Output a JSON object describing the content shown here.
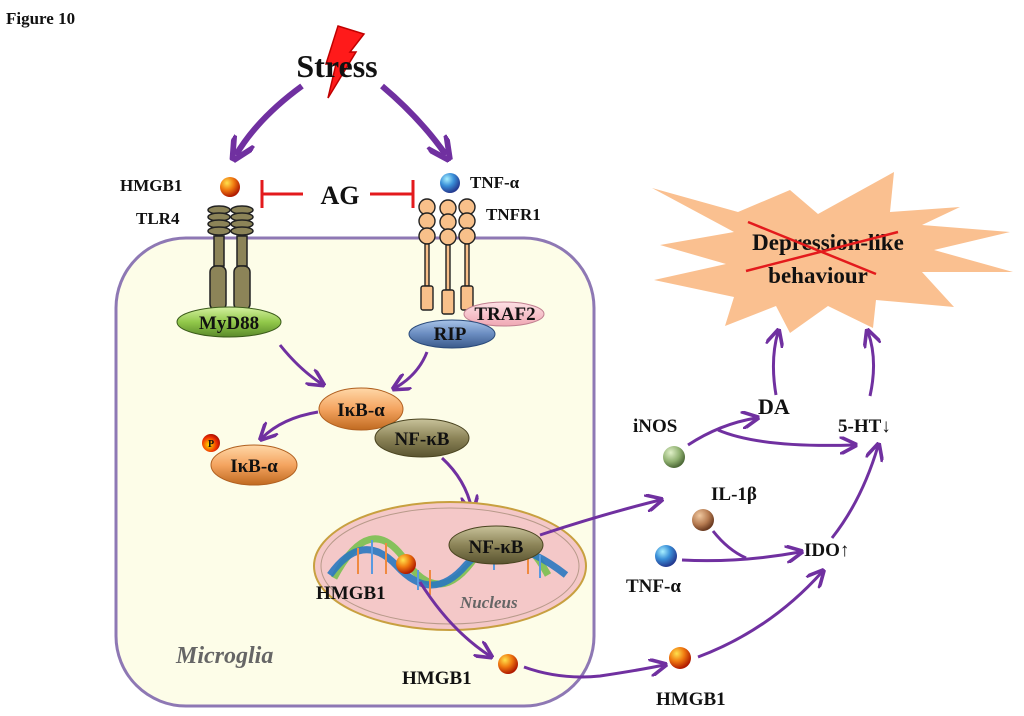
{
  "figure_label": "Figure 10",
  "stress": {
    "label": "Stress"
  },
  "inhibitor": {
    "label": "AG"
  },
  "receptors": {
    "left": {
      "ligand": "HMGB1",
      "receptor": "TLR4",
      "adaptor": "MyD88"
    },
    "right": {
      "ligand": "TNF-α",
      "receptor": "TNFR1",
      "adaptor1": "TRAF2",
      "adaptor2": "RIP"
    }
  },
  "cytoplasm": {
    "ikb": "IκB-α",
    "ikb_phospho": "IκB-α",
    "phospho_tag": "P",
    "nfkb": "NF-κB"
  },
  "nucleus": {
    "label": "Nucleus",
    "nfkb": "NF-κB",
    "hmgb1": "HMGB1"
  },
  "cell": {
    "label": "Microglia",
    "released_hmgb1": "HMGB1"
  },
  "outcome": {
    "line1": "Depression-like",
    "line2": "behaviour",
    "crossed_out": true
  },
  "mediators": {
    "inos": "iNOS",
    "il1b": "IL-1β",
    "tnfa": "TNF-α",
    "hmgb1": "HMGB1",
    "da": "DA",
    "ht5": "5-HT↓",
    "ido": "IDO↑"
  },
  "colors": {
    "arrow": "#7030a0",
    "inhibit": "#e31a1c",
    "cell_fill": "#fdfde8",
    "cell_border": "#8e78b4",
    "burst": "#fac090"
  }
}
